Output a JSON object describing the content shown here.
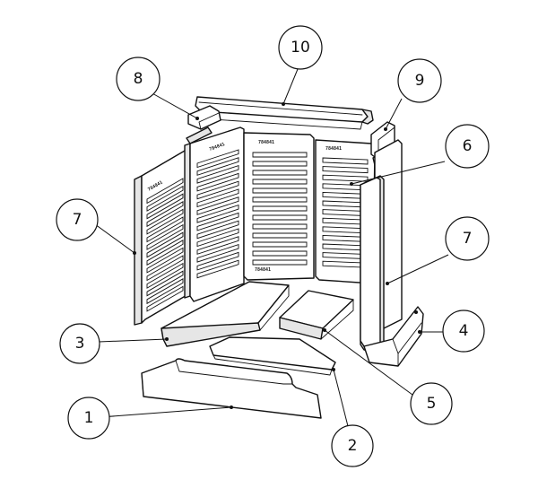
{
  "callouts": [
    {
      "id": "1",
      "label": "1"
    },
    {
      "id": "2",
      "label": "2"
    },
    {
      "id": "3",
      "label": "3"
    },
    {
      "id": "4",
      "label": "4"
    },
    {
      "id": "5",
      "label": "5"
    },
    {
      "id": "6",
      "label": "6"
    },
    {
      "id": "7",
      "label": "7"
    },
    {
      "id": "7b",
      "label": "7"
    },
    {
      "id": "8",
      "label": "8"
    },
    {
      "id": "9",
      "label": "9"
    },
    {
      "id": "10",
      "label": "10"
    }
  ],
  "marks": {
    "panel_code": "784841"
  }
}
